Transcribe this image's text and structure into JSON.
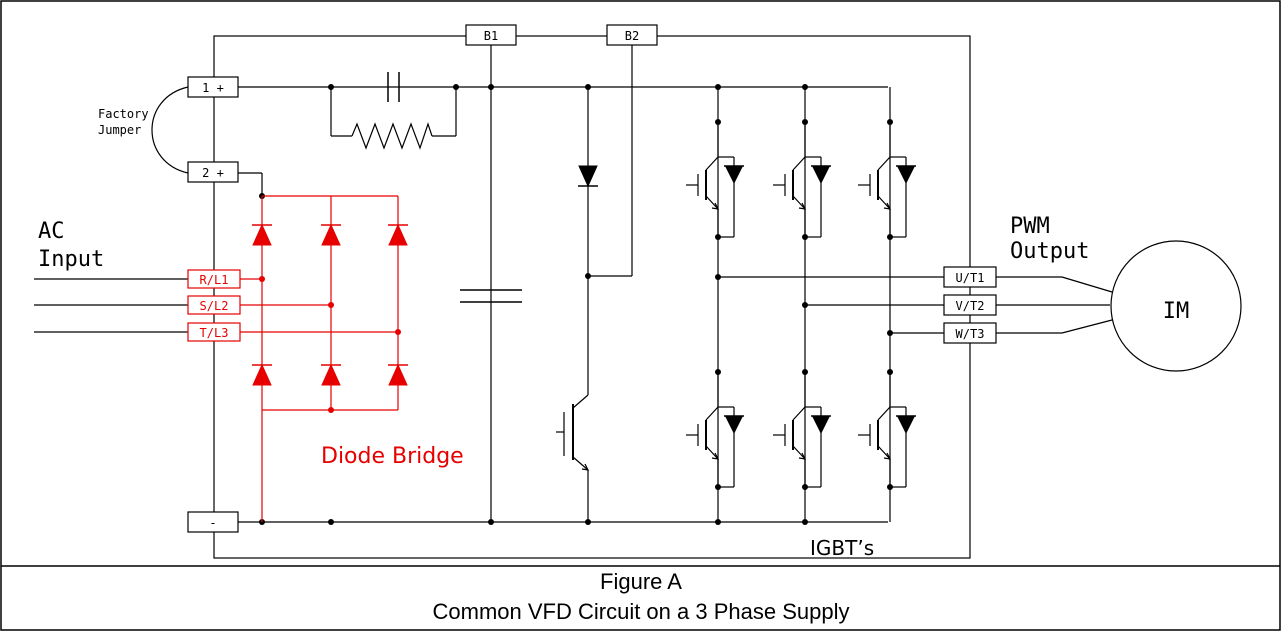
{
  "labels": {
    "ac_input_line1": "AC",
    "ac_input_line2": "Input",
    "pwm_output_line1": "PWM",
    "pwm_output_line2": "Output",
    "factory_jumper_line1": "Factory",
    "factory_jumper_line2": "Jumper",
    "motor": "IM",
    "diode_bridge": "Diode Bridge",
    "igbts": "IGBT’s"
  },
  "terminals": {
    "b1": "B1",
    "b2": "B2",
    "plus1": "1 +",
    "plus2": "2 +",
    "minus": "-",
    "rl1": "R/L1",
    "sl2": "S/L2",
    "tl3": "T/L3",
    "ut1": "U/T1",
    "vt2": "V/T2",
    "wt3": "W/T3"
  },
  "caption": {
    "line1": "Figure A",
    "line2": "Common VFD Circuit on a 3 Phase Supply"
  },
  "colors": {
    "wire": "#000000",
    "bridge": "#e60000"
  }
}
